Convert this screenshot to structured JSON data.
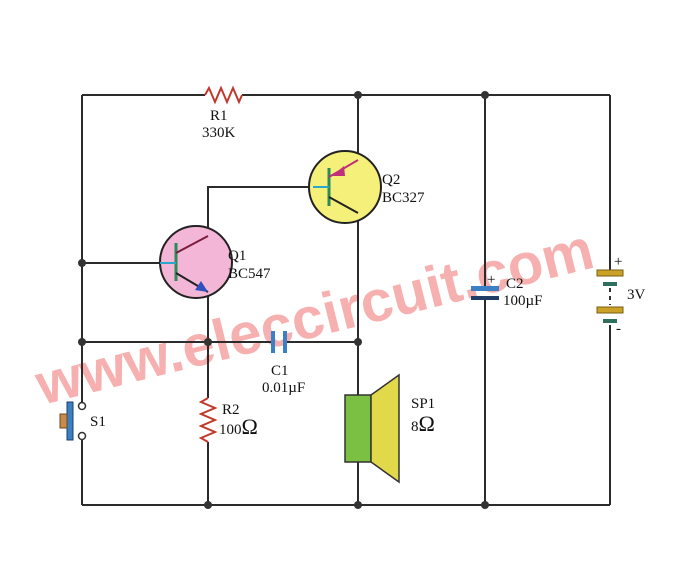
{
  "watermark": "www.eleccircuit.com",
  "components": {
    "r1": {
      "ref": "R1",
      "value": "330K"
    },
    "r2": {
      "ref": "R2",
      "value": "100",
      "unit": "Ω"
    },
    "q1": {
      "ref": "Q1",
      "value": "BC547"
    },
    "q2": {
      "ref": "Q2",
      "value": "BC327"
    },
    "c1": {
      "ref": "C1",
      "value": "0.01",
      "unit": "µF"
    },
    "c2": {
      "ref": "C2",
      "value": "100",
      "unit": "µF",
      "polarity": "+"
    },
    "sp1": {
      "ref": "SP1",
      "value": "8",
      "unit": "Ω"
    },
    "s1": {
      "ref": "S1"
    },
    "battery": {
      "value": "3V",
      "plus": "+",
      "minus": "-"
    }
  },
  "colors": {
    "wire": "#2b2b2b",
    "resistor": "#c0392b",
    "q1_body": "#f4b6d6",
    "q2_body": "#f5f07a",
    "cap_plate": "#3b7fc4",
    "speaker_box": "#7bc043",
    "speaker_cone": "#e2d94a",
    "battery_cell": "#c9a227",
    "battery_neg": "#2f6f5e",
    "switch_body": "#3b7fc4",
    "switch_button": "#c98a4a",
    "watermark": "#f6b0b0"
  }
}
